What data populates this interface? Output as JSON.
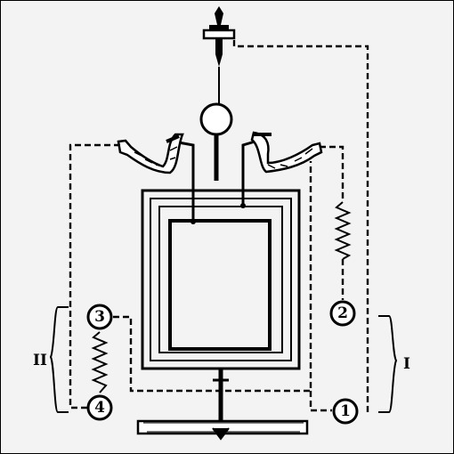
{
  "terminals": [
    {
      "id": "t1",
      "label": "1"
    },
    {
      "id": "t2",
      "label": "2"
    },
    {
      "id": "t3",
      "label": "3"
    },
    {
      "id": "t4",
      "label": "4"
    }
  ],
  "groups": {
    "left_label": "II",
    "right_label": "I"
  }
}
